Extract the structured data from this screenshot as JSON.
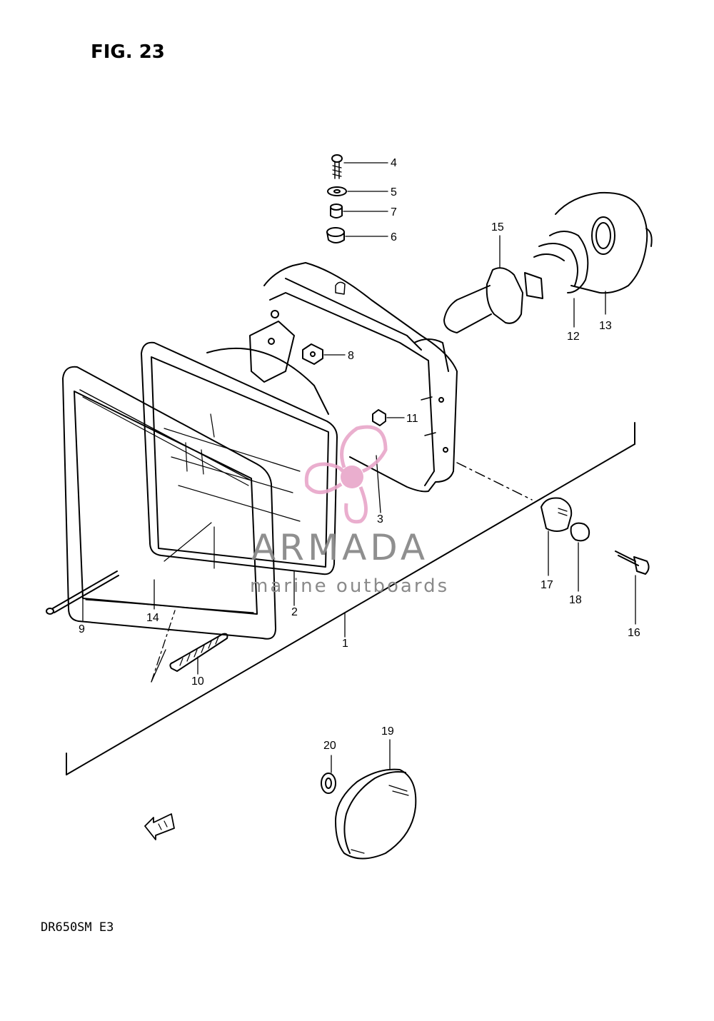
{
  "figure": {
    "title": "FIG. 23",
    "model_code": "DR650SM  E3"
  },
  "watermark": {
    "name": "ARMADA",
    "tagline": "marine outboards",
    "logo_color": "#e8a6c9",
    "text_color": "#8a8a8a"
  },
  "callouts": [
    "1",
    "2",
    "3",
    "4",
    "5",
    "6",
    "7",
    "8",
    "9",
    "10",
    "11",
    "12",
    "13",
    "14",
    "15",
    "16",
    "17",
    "18",
    "19",
    "20"
  ],
  "colors": {
    "line": "#000000",
    "background": "#ffffff"
  }
}
